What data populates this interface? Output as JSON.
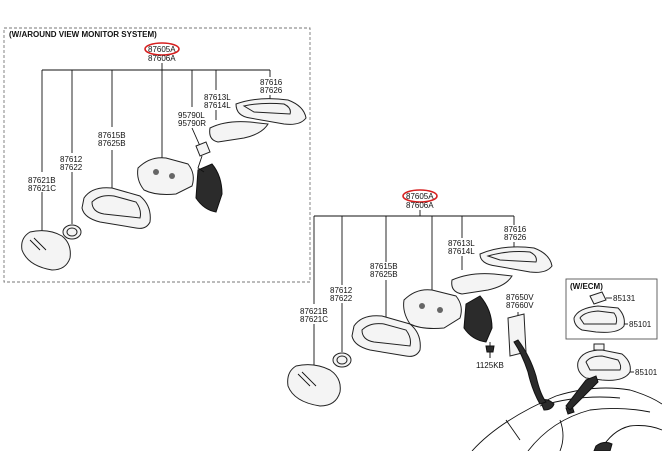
{
  "diagram": {
    "avm_section": {
      "title": "(W/AROUND VIEW MONITOR SYSTEM)",
      "assembly": {
        "highlighted": "87605A",
        "second": "87606A"
      },
      "labels": {
        "glass": [
          "87621B",
          "87621C"
        ],
        "cap": [
          "87612",
          "87622"
        ],
        "housing": [
          "87615B",
          "87625B"
        ],
        "camera": [
          "95790L",
          "95790R"
        ],
        "lamp": [
          "87613L",
          "87614L"
        ],
        "cover": [
          "87616",
          "87626"
        ]
      }
    },
    "std_section": {
      "assembly": {
        "highlighted": "87605A",
        "second": "87606A"
      },
      "labels": {
        "glass": [
          "87621B",
          "87621C"
        ],
        "cap": [
          "87612",
          "87622"
        ],
        "housing": [
          "87615B",
          "87625B"
        ],
        "lamp": [
          "87613L",
          "87614L"
        ],
        "cover": [
          "87616",
          "87626"
        ],
        "trim": [
          "87650V",
          "87660V"
        ],
        "bolt": "1125KB"
      }
    },
    "ecm_box": {
      "title": "(W/ECM)",
      "labels": {
        "sensor": "85131",
        "ecm_mirror": "85101"
      }
    },
    "inside_mirror": "85101",
    "colors": {
      "highlight": "#d61f1f",
      "line": "#111111",
      "part_fill": "#f4f4f4",
      "dark_fill": "#2b2b2b"
    }
  }
}
